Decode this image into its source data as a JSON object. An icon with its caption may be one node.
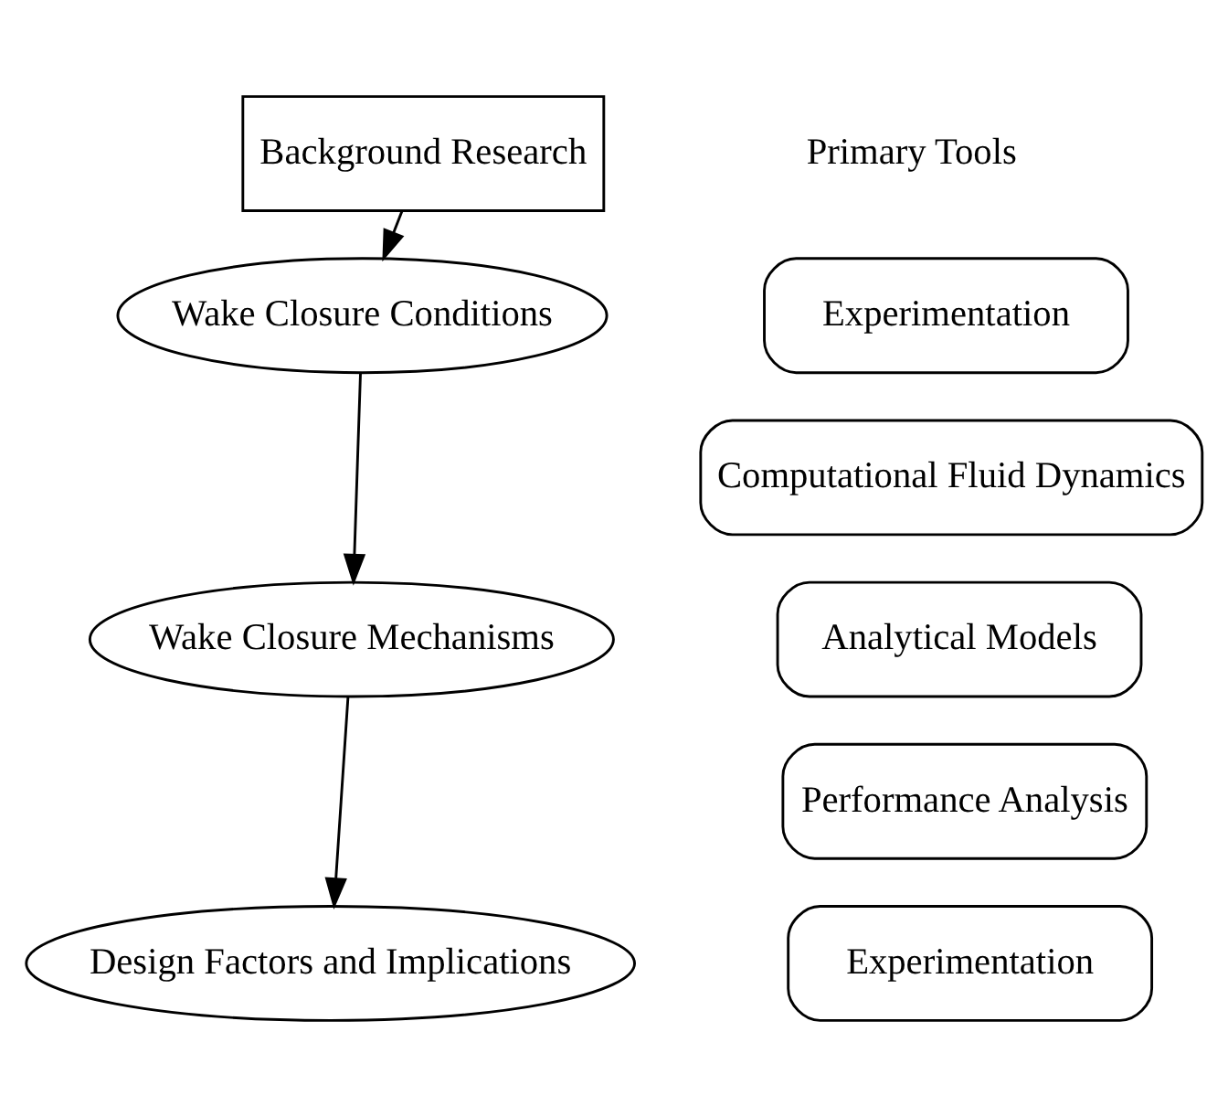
{
  "diagram": {
    "nodes": [
      {
        "text": [
          "Background Research"
        ]
      },
      {
        "text": [
          "Wake Closure Conditions"
        ]
      },
      {
        "text": [
          "Wake Closure Mechanisms"
        ]
      },
      {
        "text": [
          "Design Factors and Implications"
        ]
      },
      {
        "text": [
          "Experimentation"
        ]
      },
      {
        "text": [
          "Computational Fluid Dynamics"
        ]
      },
      {
        "text": [
          "Analytical Models"
        ]
      },
      {
        "text": [
          "Performance Analysis"
        ]
      },
      {
        "text": [
          "Experimentation"
        ]
      }
    ],
    "edges": [
      {
        "from": 0,
        "to": 1,
        "arrow": "to"
      },
      {
        "from": 1,
        "to": 2,
        "arrow": "to"
      },
      {
        "from": 2,
        "to": 3,
        "arrow": "to"
      }
    ],
    "labels": [
      "Primary Tools"
    ]
  }
}
